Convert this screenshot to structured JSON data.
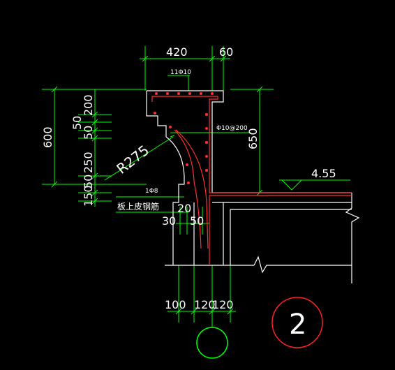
{
  "drawing": {
    "dims_top": {
      "w420": "420",
      "w60": "60"
    },
    "rebar_top": "11Φ10",
    "dims_left": {
      "h600": "600",
      "h200": "200",
      "h50": "50",
      "h50b": "50",
      "h250": "250",
      "h150": "150",
      "h50c": "50"
    },
    "radius": "R275",
    "stirrup": "Φ10@200",
    "h650": "650",
    "elevation": "4.55",
    "rebar_1": "1Φ8",
    "note": "板上皮钢筋",
    "dims_mid": {
      "d20": "20",
      "d30": "30",
      "d50": "50"
    },
    "dims_bottom": {
      "d100": "100",
      "d120a": "120",
      "d120b": "120"
    },
    "detail_no": "2"
  },
  "colors": {
    "background": "#000000",
    "outline": "#ffffff",
    "dimension": "#00ff00",
    "rebar": "#ff0000"
  }
}
